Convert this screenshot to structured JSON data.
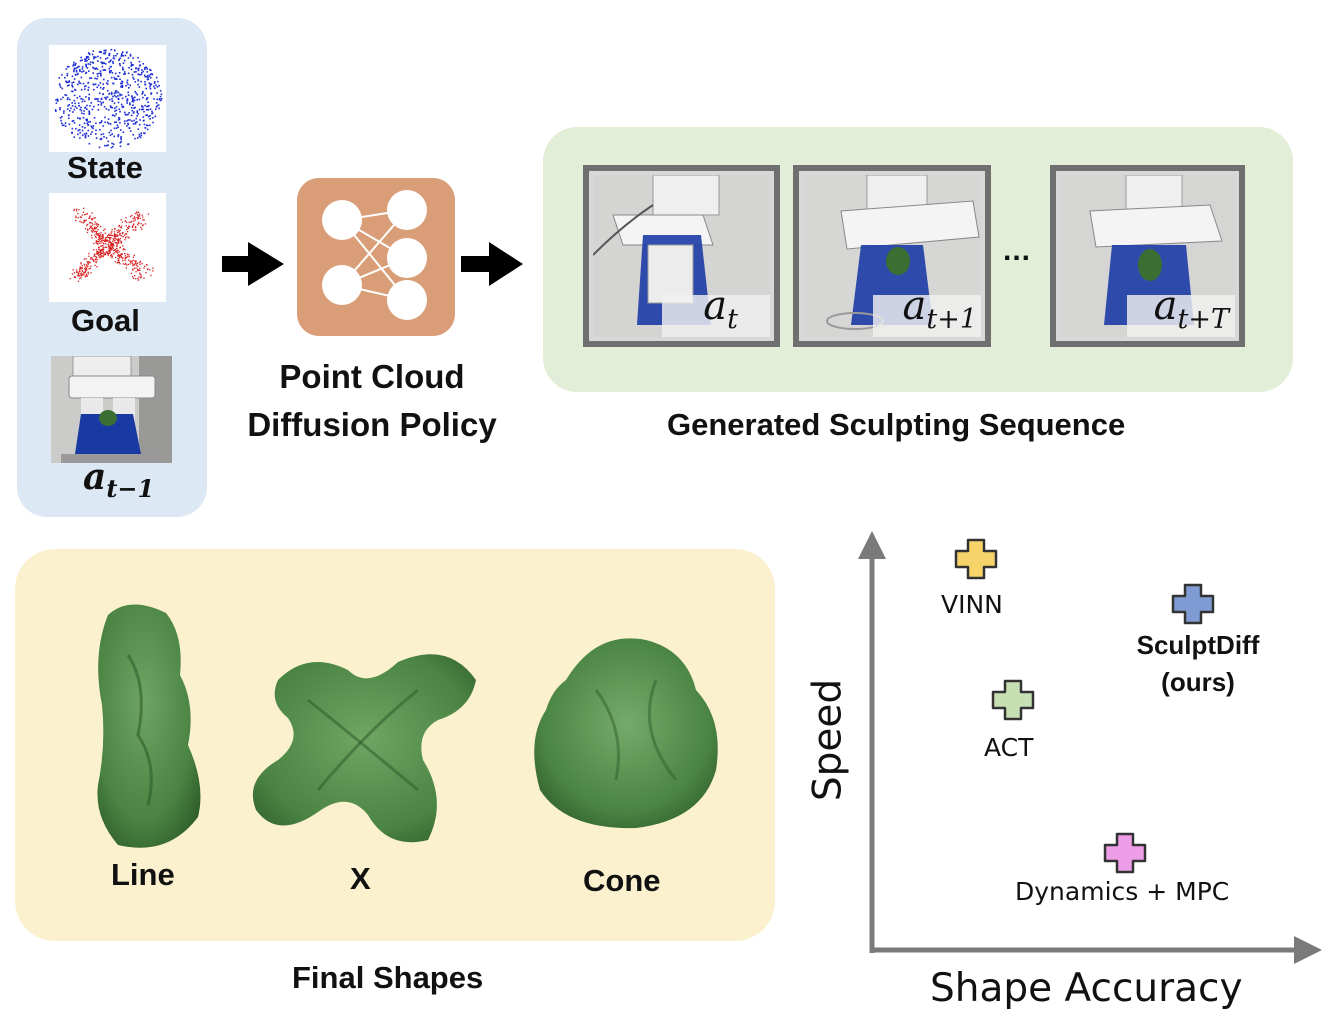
{
  "inputs": {
    "state_label": "State",
    "goal_label": "Goal",
    "prev_action": {
      "base": "a",
      "sub": "t−1"
    }
  },
  "policy": {
    "line1": "Point Cloud",
    "line2": "Diffusion Policy"
  },
  "sequence": {
    "title": "Generated Sculpting Sequence",
    "ellipsis": "...",
    "frames": [
      {
        "base": "a",
        "sub": "t"
      },
      {
        "base": "a",
        "sub": "t+1"
      },
      {
        "base": "a",
        "sub": "t+T"
      }
    ]
  },
  "final_shapes": {
    "title": "Final Shapes",
    "shapes": [
      "Line",
      "X",
      "Cone"
    ]
  },
  "comparison": {
    "x_axis": "Shape Accuracy",
    "y_axis": "Speed",
    "methods": [
      {
        "name": "VINN",
        "color": "#f7d46a",
        "accuracy_rank": 1,
        "speed_rank": 4
      },
      {
        "name": "SculptDiff",
        "name2": "(ours)",
        "color": "#7f9bd3",
        "accuracy_rank": 4,
        "speed_rank": 3
      },
      {
        "name": "ACT",
        "color": "#c7e0b3",
        "accuracy_rank": 2,
        "speed_rank": 2
      },
      {
        "name": "Dynamics + MPC",
        "color": "#ee9ee8",
        "accuracy_rank": 3,
        "speed_rank": 1
      }
    ]
  },
  "colors": {
    "input_panel": "#dce8f4",
    "sequence_panel": "#e2eed8",
    "shapes_panel": "#fbf1cf",
    "policy_box": "#d99e78",
    "state_points": "#1f2fd6",
    "goal_points": "#d92020",
    "clay": "#4f8a45"
  }
}
